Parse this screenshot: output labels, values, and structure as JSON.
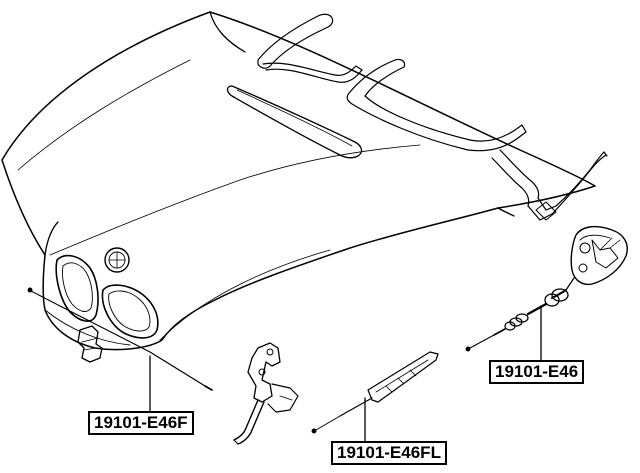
{
  "diagram": {
    "parts": [
      {
        "id": "hood-release-cable",
        "part_number": "19101-E46"
      },
      {
        "id": "hood-front-cable",
        "part_number": "19101-E46F"
      },
      {
        "id": "hood-lock-cable",
        "part_number": "19101-E46FL"
      }
    ]
  }
}
